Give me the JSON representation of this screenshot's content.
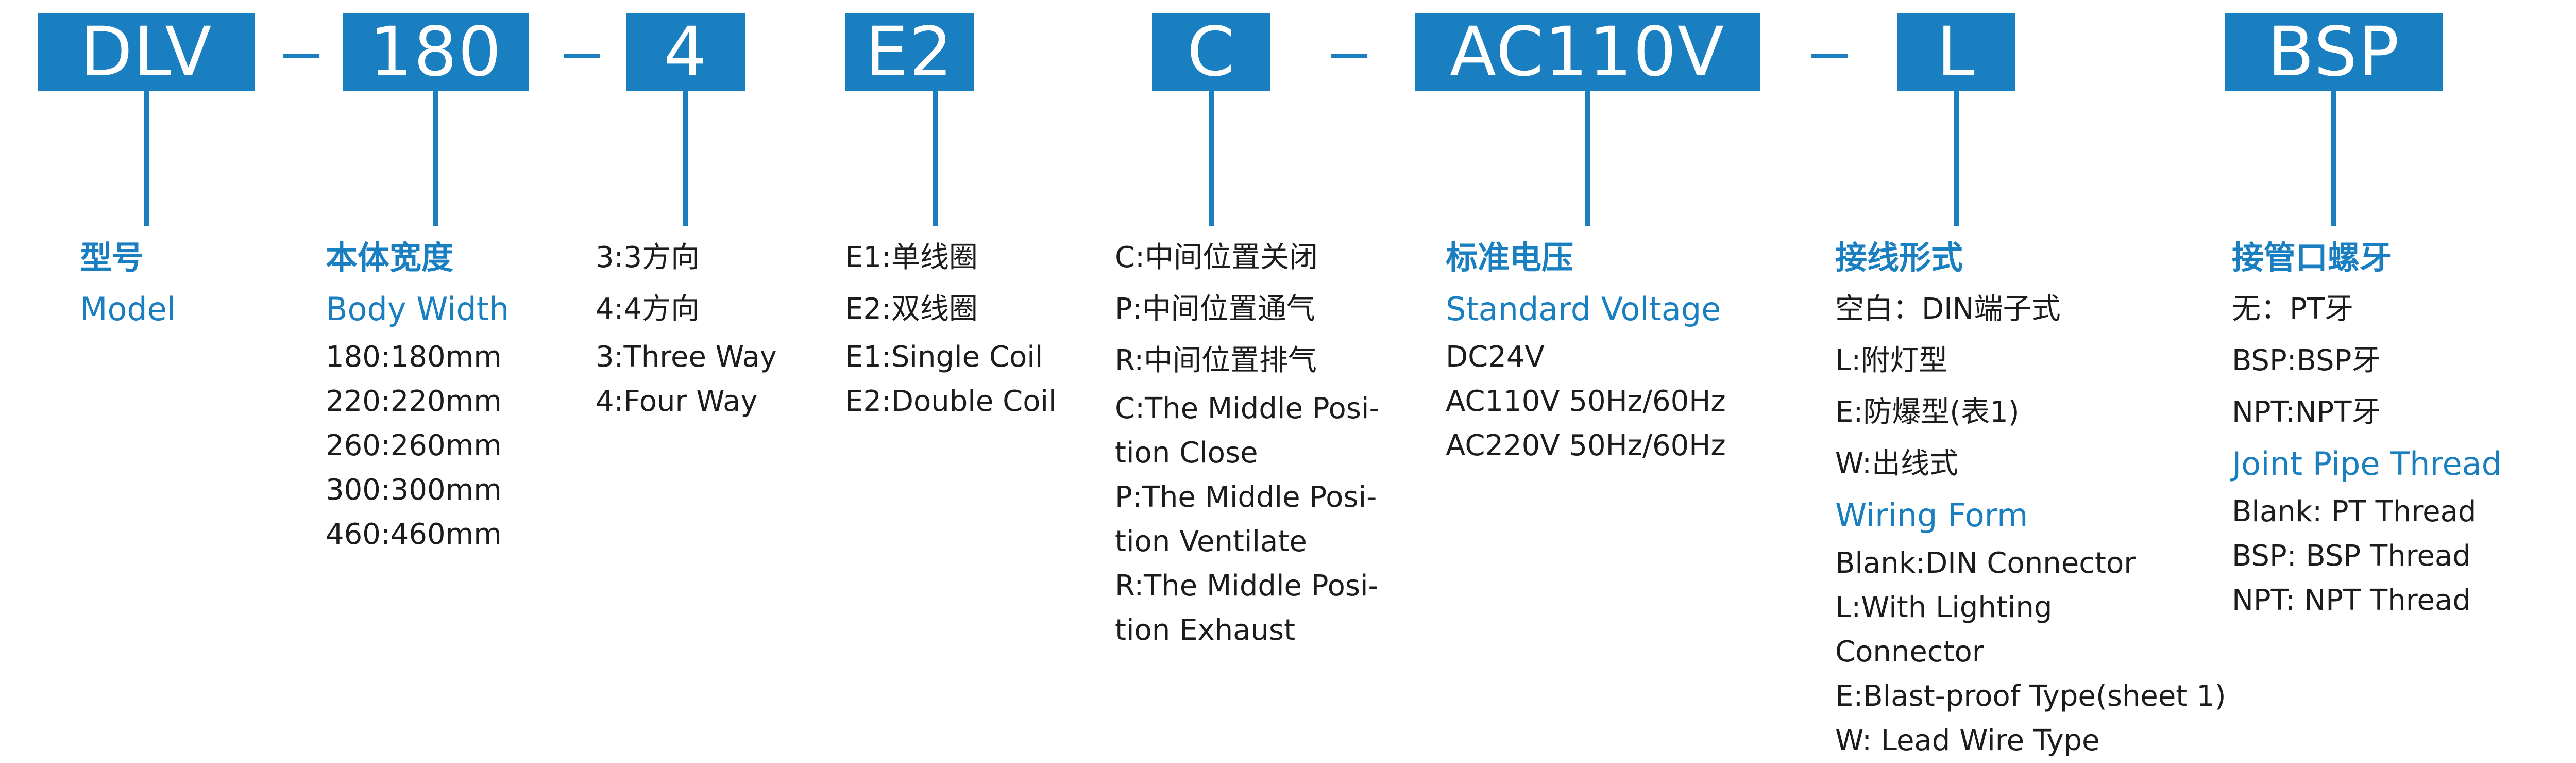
{
  "codes": {
    "dlv": "DLV",
    "width": "180",
    "way": "4",
    "coil": "E2",
    "position": "C",
    "voltage": "AC110V",
    "wiring": "L",
    "thread": "BSP"
  },
  "columns": {
    "model": {
      "title_zh": "型号",
      "title_en": "Model"
    },
    "body_width": {
      "title_zh": "本体宽度",
      "title_en": "Body  Width",
      "items": [
        "180:180mm",
        "220:220mm",
        "260:260mm",
        "300:300mm",
        "460:460mm"
      ]
    },
    "way": {
      "items": [
        "3:3方向",
        "4:4方向",
        "3:Three  Way",
        "4:Four  Way"
      ]
    },
    "coil": {
      "items": [
        "E1:单线圈",
        "E2:双线圈",
        "E1:Single Coil",
        "E2:Double Coil"
      ]
    },
    "position": {
      "items": [
        "C:中间位置关闭",
        "P:中间位置通气",
        "R:中间位置排气",
        "C:The Middle Posi-",
        "tion Close",
        "P:The Middle Posi-",
        "tion Ventilate",
        "R:The Middle Posi-",
        "tion Exhaust"
      ]
    },
    "voltage": {
      "title_zh": "标准电压",
      "title_en": "Standard  Voltage",
      "items": [
        "DC24V",
        "AC110V  50Hz/60Hz",
        "AC220V  50Hz/60Hz"
      ]
    },
    "wiring": {
      "title_zh": "接线形式",
      "items_zh": [
        "空白：DIN端子式",
        "L:附灯型",
        "E:防爆型(表1)",
        "W:出线式"
      ],
      "title_en": "Wiring Form",
      "items_en": [
        "Blank:DIN Connector",
        "L:With Lighting",
        "Connector",
        "E:Blast-proof Type(sheet 1)",
        "W: Lead Wire Type"
      ]
    },
    "thread": {
      "title_zh": "接管口螺牙",
      "items_zh": [
        "无：PT牙",
        "BSP:BSP牙",
        "NPT:NPT牙"
      ],
      "title_en": "Joint Pipe Thread",
      "items_en": [
        "Blank: PT Thread",
        "BSP: BSP Thread",
        "NPT: NPT Thread"
      ]
    }
  },
  "colors": {
    "accent": "#1a7fc0",
    "text": "#1c1c1c"
  }
}
